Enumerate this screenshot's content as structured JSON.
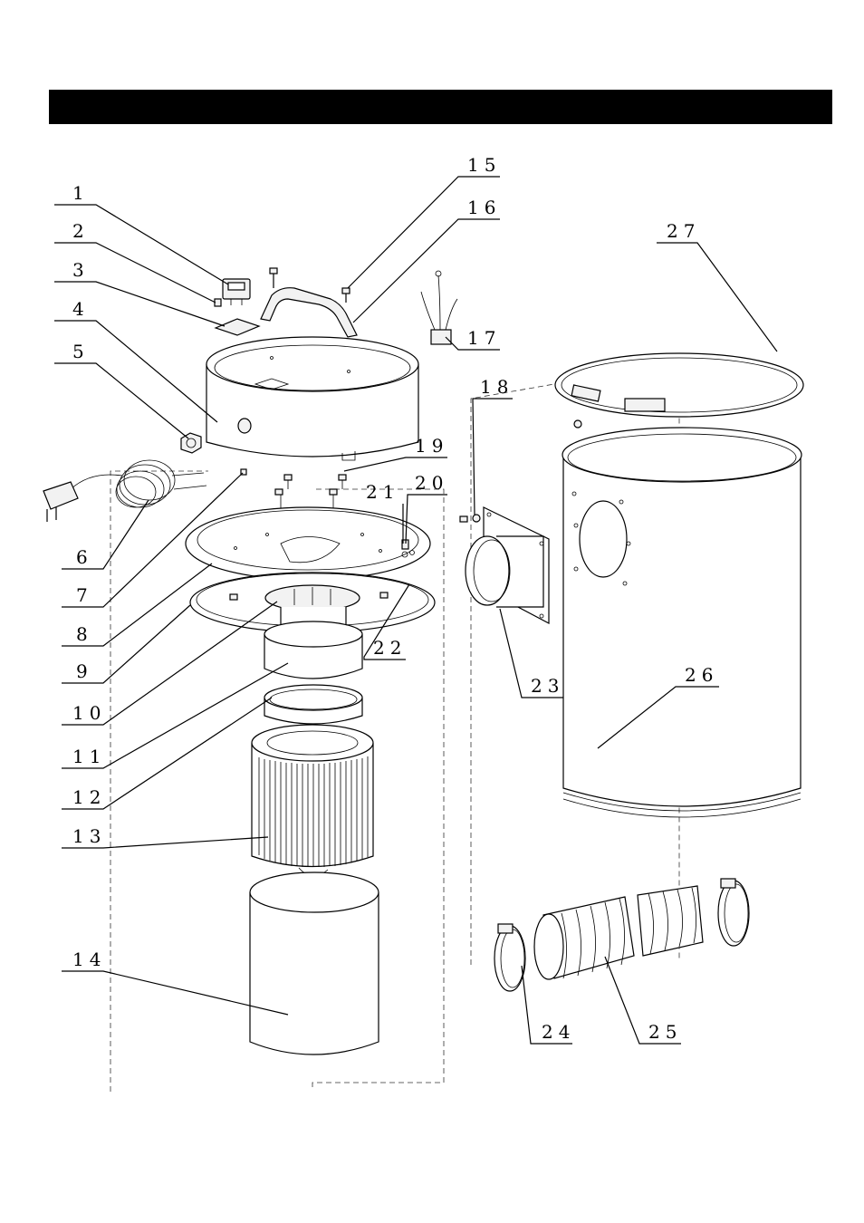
{
  "header": {
    "title": ""
  },
  "callouts": [
    "1",
    "2",
    "3",
    "4",
    "5",
    "6",
    "7",
    "8",
    "9",
    "10",
    "11",
    "12",
    "13",
    "14",
    "15",
    "16",
    "17",
    "18",
    "19",
    "20",
    "21",
    "22",
    "23",
    "24",
    "25",
    "26",
    "27"
  ]
}
